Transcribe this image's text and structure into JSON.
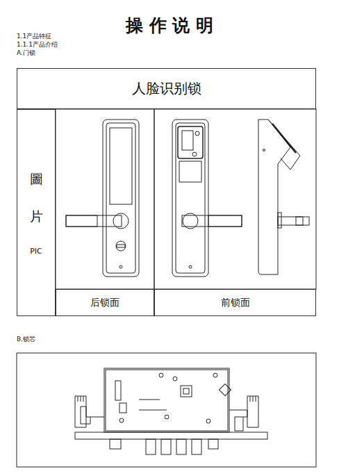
{
  "diagram": {
    "title": "操 作 说 明",
    "nodes": [
      {
        "text": [
          "人脸识别锁"
        ]
      },
      {
        "text": [
          "圖",
          "片",
          "PIC"
        ]
      },
      {
        "text": [
          "后锁面"
        ]
      },
      {
        "text": [
          "前锁面"
        ]
      }
    ],
    "labels": [
      "1.1产品特征",
      "1.1.1产品介绍",
      "A.门锁",
      "B.锁芯"
    ]
  }
}
